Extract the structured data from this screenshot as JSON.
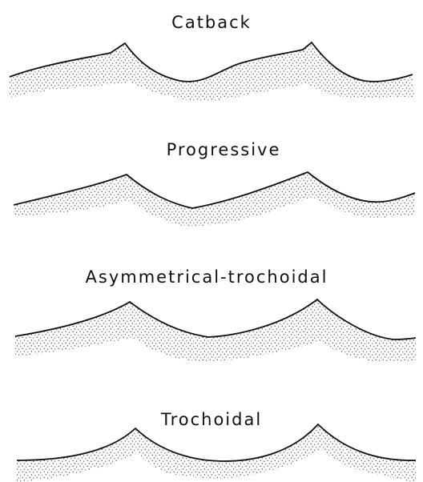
{
  "profiles": [
    {
      "title": "Catback"
    },
    {
      "title": "Progressive"
    },
    {
      "title": "Asymmetrical-trochoidal"
    },
    {
      "title": "Trochoidal"
    }
  ],
  "colors": {
    "line": "#111111",
    "stipple": "#3a3a3a",
    "background": "#ffffff"
  }
}
